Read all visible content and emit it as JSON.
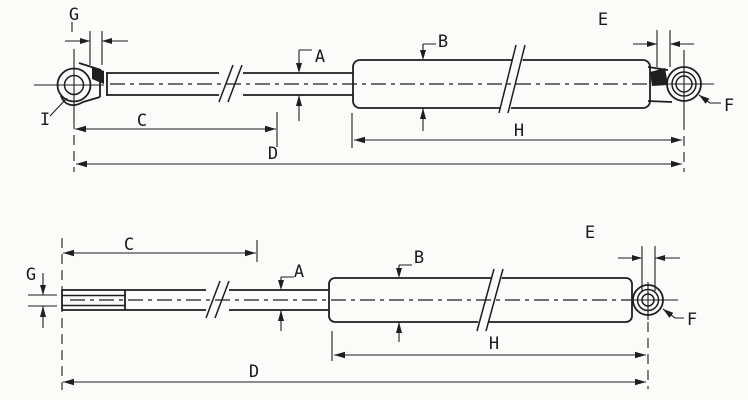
{
  "meta": {
    "type": "technical-drawing",
    "subject": "gas spring dimension drawing, two end-fitting variants",
    "paper_color": "#fbfbfa",
    "ink_color": "#1e1e1e"
  },
  "figures": {
    "top": {
      "name": "gas-spring-with-eyelet-end-fittings",
      "labels": {
        "G": "G",
        "I": "I",
        "A": "A",
        "B": "B",
        "E": "E",
        "F": "F",
        "C": "C",
        "H": "H",
        "D": "D"
      }
    },
    "bottom": {
      "name": "gas-spring-with-threaded-rod-and-ball-socket",
      "labels": {
        "G": "G",
        "A": "A",
        "B": "B",
        "E": "E",
        "F": "F",
        "C": "C",
        "H": "H",
        "D": "D"
      }
    }
  }
}
